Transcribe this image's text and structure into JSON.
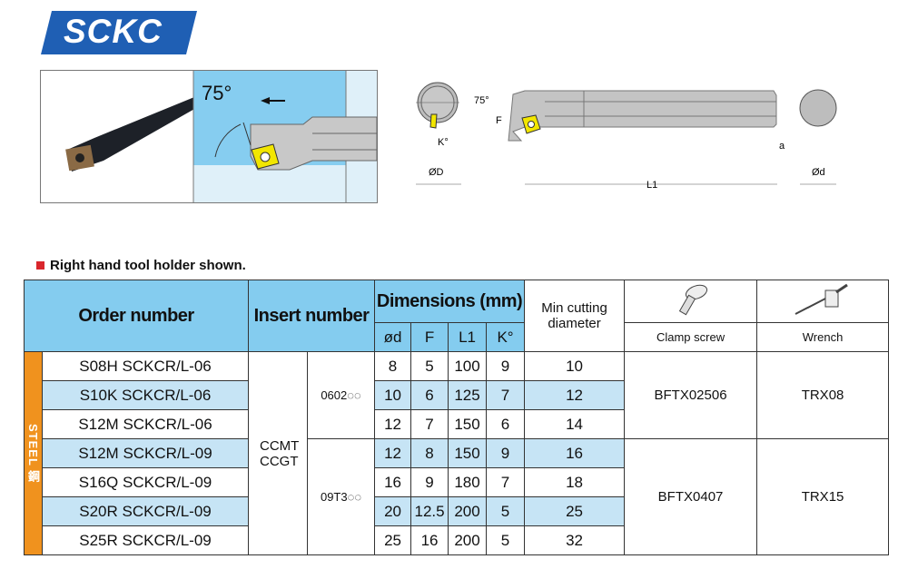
{
  "logo": {
    "text": "SCKC",
    "color": "#1f5fb4"
  },
  "photo": {
    "angle_label": "75°"
  },
  "drawing": {
    "labels": {
      "angle": "75°",
      "F": "F",
      "K": "K°",
      "D": "ØD",
      "L1": "L1",
      "a": "a",
      "d": "Ød"
    }
  },
  "note": "Right hand tool holder shown.",
  "table": {
    "headers": {
      "order": "Order number",
      "insert": "Insert number",
      "dimensions": "Dimensions (mm)",
      "d": "ød",
      "F": "F",
      "L1": "L1",
      "K": "K°",
      "min_cut": "Min cutting diameter",
      "clamp_screw": "Clamp screw",
      "wrench": "Wrench"
    },
    "material": "STEEL 鋼",
    "insert_types": "CCMT CCGT",
    "insert_groups": [
      "0602◌◌",
      "09T3◌◌"
    ],
    "screws": [
      "BFTX02506",
      "BFTX0407"
    ],
    "wrenches": [
      "TRX08",
      "TRX15"
    ],
    "rows": [
      {
        "order": "S08H SCKCR/L-06",
        "d": "8",
        "F": "5",
        "L1": "100",
        "K": "9",
        "min": "10"
      },
      {
        "order": "S10K SCKCR/L-06",
        "d": "10",
        "F": "6",
        "L1": "125",
        "K": "7",
        "min": "12"
      },
      {
        "order": "S12M SCKCR/L-06",
        "d": "12",
        "F": "7",
        "L1": "150",
        "K": "6",
        "min": "14"
      },
      {
        "order": "S12M SCKCR/L-09",
        "d": "12",
        "F": "8",
        "L1": "150",
        "K": "9",
        "min": "16"
      },
      {
        "order": "S16Q SCKCR/L-09",
        "d": "16",
        "F": "9",
        "L1": "180",
        "K": "7",
        "min": "18"
      },
      {
        "order": "S20R SCKCR/L-09",
        "d": "20",
        "F": "12.5",
        "L1": "200",
        "K": "5",
        "min": "25"
      },
      {
        "order": "S25R SCKCR/L-09",
        "d": "25",
        "F": "16",
        "L1": "200",
        "K": "5",
        "min": "32"
      }
    ]
  }
}
